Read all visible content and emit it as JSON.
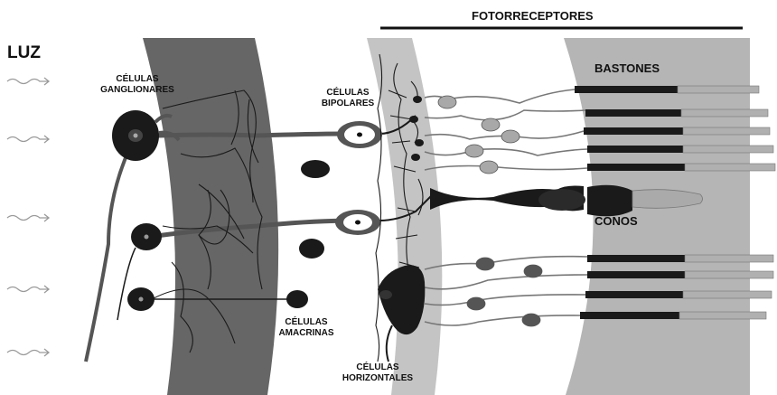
{
  "labels": {
    "light": "LUZ",
    "photoreceptors": "FOTORRECEPTORES",
    "rods": "BASTONES",
    "cones": "CONOS",
    "ganglion_line1": "CÉLULAS",
    "ganglion_line2": "GANGLIONARES",
    "bipolar_line1": "CÉLULAS",
    "bipolar_line2": "BIPOLARES",
    "amacrine_line1": "CÉLULAS",
    "amacrine_line2": "AMACRINAS",
    "horizontal_line1": "CÉLULAS",
    "horizontal_line2": "HORIZONTALES"
  },
  "colors": {
    "ganglion_band": "#666666",
    "middle_band": "#c4c4c4",
    "photoreceptor_band": "#b5b5b5",
    "cell_dark": "#1a1a1a",
    "cell_gray": "#9a9a9a",
    "axon_gray": "#555555"
  },
  "icons": {
    "light_arrow": "wavy-arrow-icon"
  }
}
